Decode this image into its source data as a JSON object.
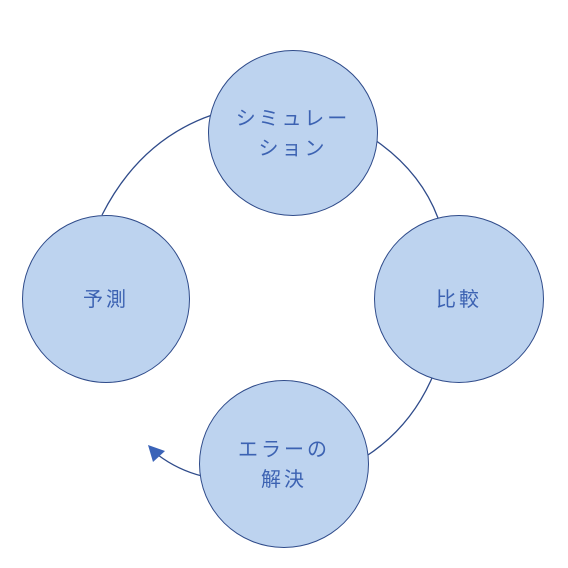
{
  "diagram": {
    "nodes": [
      {
        "id": "simulation",
        "label": "シミュレー\nション"
      },
      {
        "id": "comparison",
        "label": "比較"
      },
      {
        "id": "error-resolution",
        "label": "エラーの\n解決"
      },
      {
        "id": "prediction",
        "label": "予測"
      }
    ],
    "colors": {
      "node_fill": "#bdd3ef",
      "node_border": "#2f4b8a",
      "text": "#3c62b2",
      "connector": "#2f4b8a",
      "arrowhead": "#3a63b8"
    }
  }
}
